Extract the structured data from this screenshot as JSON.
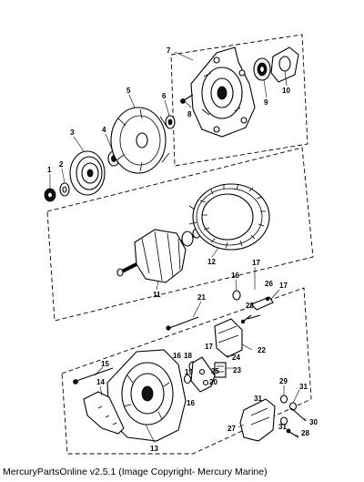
{
  "caption": "MercuryPartsOnline v2.5.1 (Image Copyright- Mercury Marine)",
  "callouts": {
    "c1": "1",
    "c2": "2",
    "c3": "3",
    "c4": "4",
    "c5": "5",
    "c6": "6",
    "c7": "7",
    "c8": "8",
    "c9": "9",
    "c10": "10",
    "c11": "11",
    "c12": "12",
    "c13": "13",
    "c14": "14",
    "c15": "15",
    "c16a": "16",
    "c16b": "16",
    "c16c": "16",
    "c17a": "17",
    "c17b": "17",
    "c17c": "17",
    "c18": "18",
    "c19": "19",
    "c20": "20",
    "c21": "21",
    "c22": "22",
    "c23": "23",
    "c24": "24",
    "c25": "25",
    "c26": "26",
    "c27": "27",
    "c28a": "28",
    "c28b": "28",
    "c29": "29",
    "c30": "30",
    "c31a": "31",
    "c31b": "31",
    "c31c": "31"
  }
}
